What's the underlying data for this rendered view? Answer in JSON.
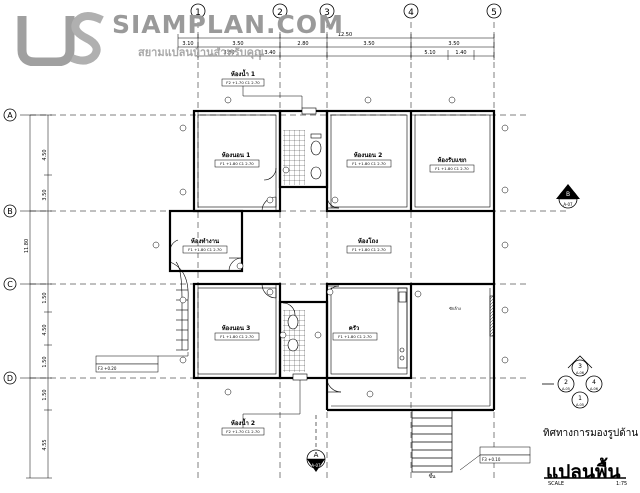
{
  "logo": {
    "brand": "SIAMPLAN.COM",
    "tagline": "สยามแปลนบ้านสำหรับคุณ"
  },
  "grid": {
    "columns": [
      "1",
      "2",
      "3",
      "4",
      "5"
    ],
    "rows": [
      "A",
      "B",
      "C",
      "D"
    ]
  },
  "dimensions": {
    "total_width": "12.50",
    "top_row": [
      "3.10",
      "3.50",
      "2.80",
      "3.50"
    ],
    "top_row2": [
      "3.80",
      "3.40",
      "5.10",
      "1.40"
    ],
    "left_side": [
      "4.50",
      "3.50",
      "1.50",
      "4.50",
      "1.50",
      "1.50",
      "4.55"
    ],
    "left_total": "11.80"
  },
  "rooms": [
    {
      "name": "ห้องน้ำ 1",
      "tag": "F2 +1.70 C1 2.70"
    },
    {
      "name": "ห้องนอน 1",
      "tag": "F1 +1.80 C1 2.70"
    },
    {
      "name": "ห้องนอน 2",
      "tag": "F1 +1.80 C1 2.70"
    },
    {
      "name": "ห้องรับแขก",
      "tag": "F1 +1.80 C1 2.70"
    },
    {
      "name": "ห้องทำงาน",
      "tag": "F1 +1.80 C1 2.70"
    },
    {
      "name": "ห้องโถง",
      "tag": "F1 +1.80 C1 2.70"
    },
    {
      "name": "ห้องนอน 3",
      "tag": "F1 +1.80 C1 2.70"
    },
    {
      "name": "ครัว",
      "tag": "F1 +1.80 C1 2.70"
    },
    {
      "name": "ห้องน้ำ 2",
      "tag": "F2 +1.70 C1 2.70"
    }
  ],
  "other_labels": {
    "terrace_level": "F3 +0.20",
    "entrance_level": "F3 +0.10",
    "sink_label": "ซักล้าง",
    "stair_mark": "ขึ้น"
  },
  "section_markers": [
    {
      "letter": "A",
      "sheet": "A-07"
    },
    {
      "letter": "B",
      "sheet": "A-07"
    }
  ],
  "view_direction": {
    "label": "ทิศทางการมองรูปด้าน",
    "views": [
      {
        "num": "3",
        "sheet": "A-06"
      },
      {
        "num": "2",
        "sheet": "A-05"
      },
      {
        "num": "4",
        "sheet": "A-06"
      },
      {
        "num": "1",
        "sheet": "A-05"
      }
    ]
  },
  "title": {
    "main": "แปลนพื้น",
    "scale_label": "SCALE",
    "scale_value": "1:75"
  }
}
